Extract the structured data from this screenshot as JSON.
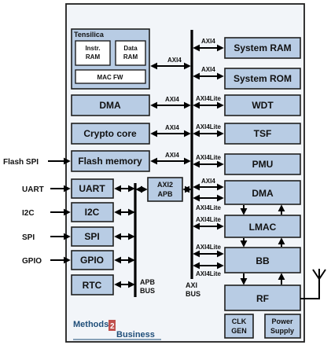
{
  "blocks": {
    "tensilica": "Tensilica",
    "instr_ram_1": "Instr.",
    "instr_ram_2": "RAM",
    "data_ram_1": "Data",
    "data_ram_2": "RAM",
    "mac_fw": "MAC FW",
    "dma_left": "DMA",
    "crypto": "Crypto core",
    "flash_memory": "Flash memory",
    "uart": "UART",
    "i2c": "I2C",
    "spi": "SPI",
    "gpio": "GPIO",
    "rtc": "RTC",
    "axi2apb_1": "AXI2",
    "axi2apb_2": "APB",
    "system_ram": "System RAM",
    "system_rom": "System ROM",
    "wdt": "WDT",
    "tsf": "TSF",
    "pmu": "PMU",
    "dma_right": "DMA",
    "lmac": "LMAC",
    "bb": "BB",
    "rf": "RF",
    "clk_gen_1": "CLK",
    "clk_gen_2": "GEN",
    "power_1": "Power",
    "power_2": "Supply"
  },
  "bus_labels": {
    "axi_1": "AXI",
    "axi_2": "BUS",
    "apb_1": "APB",
    "apb_2": "BUS"
  },
  "link_labels": {
    "axi4_tensilica": "AXI4",
    "axi4_dma": "AXI4",
    "axi4_crypto": "AXI4",
    "axi4_flash": "AXI4",
    "axi4_sysram": "AXI4",
    "axi4_sysrom": "AXI4",
    "axi4lite_wdt": "AXI4Lite",
    "axi4lite_tsf": "AXI4Lite",
    "axi4lite_pmu": "AXI4Lite",
    "axi4_dma_r": "AXI4",
    "axi4lite_dma_r": "AXI4Lite",
    "axi4lite_lmac": "AXI4Lite",
    "axi4lite_bb_1": "AXI4Lite",
    "axi4lite_bb_2": "AXI4Lite"
  },
  "external": {
    "flash_spi": "Flash SPI",
    "uart": "UART",
    "i2c": "I2C",
    "spi": "SPI",
    "gpio": "GPIO"
  },
  "logo": {
    "methods": "Methods",
    "two": "2",
    "business": "Business",
    "brand_color": "#1f4e79",
    "accent_color": "#c0504d"
  },
  "colors": {
    "block_fill": "#b8cce4",
    "chip_fill": "#f2f5f9"
  }
}
